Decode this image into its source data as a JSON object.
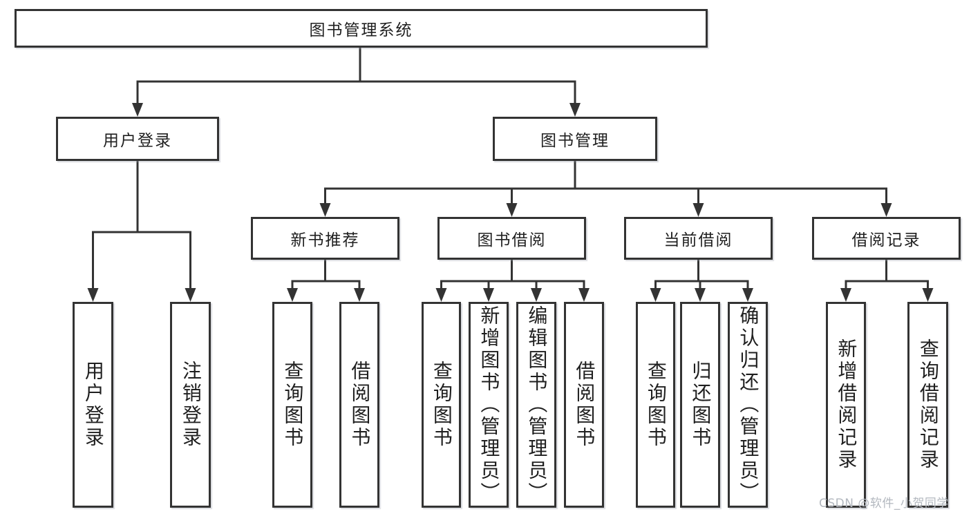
{
  "colors": {
    "line": "#333333",
    "box_border": "#333333",
    "box_fill": "#ffffff",
    "text": "#1f1f1f",
    "watermark": "#b3b8bf",
    "background": "#ffffff"
  },
  "watermark": {
    "text": "CSDN @软件_小贺同学"
  },
  "tree": {
    "label": "图书管理系统",
    "children": [
      {
        "label": "用户登录",
        "children": [
          {
            "label": "用户登录"
          },
          {
            "label": "注销登录"
          }
        ]
      },
      {
        "label": "图书管理",
        "children": [
          {
            "label": "新书推荐",
            "children": [
              {
                "label": "查询图书"
              },
              {
                "label": "借阅图书"
              }
            ]
          },
          {
            "label": "图书借阅",
            "children": [
              {
                "label": "查询图书"
              },
              {
                "label": "新增图书（管理员）"
              },
              {
                "label": "编辑图书（管理员）"
              },
              {
                "label": "借阅图书"
              }
            ]
          },
          {
            "label": "当前借阅",
            "children": [
              {
                "label": "查询图书"
              },
              {
                "label": "归还图书"
              },
              {
                "label": "确认归还（管理员）"
              }
            ]
          },
          {
            "label": "借阅记录",
            "children": [
              {
                "label": "新增借阅记录"
              },
              {
                "label": "查询借阅记录"
              }
            ]
          }
        ]
      }
    ]
  }
}
